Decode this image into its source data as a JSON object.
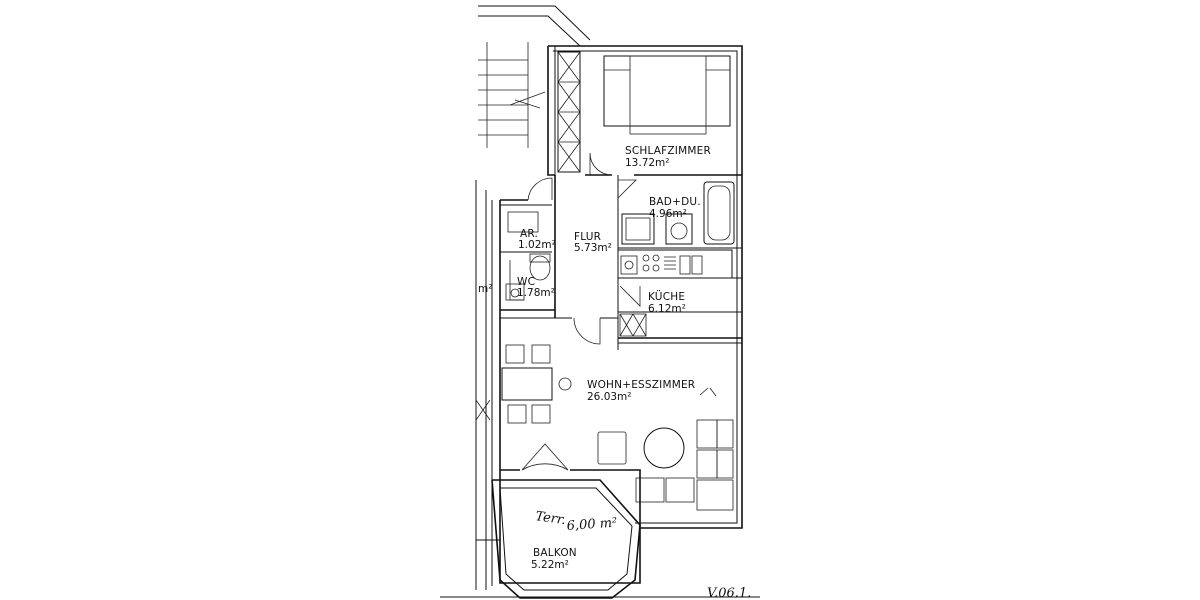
{
  "rooms": {
    "schlafzimmer": {
      "name": "SCHLAFZIMMER",
      "area": "13.72m²"
    },
    "bad": {
      "name": "BAD+DU.",
      "area": "4.96m²"
    },
    "flur": {
      "name": "FLUR",
      "area": "5.73m²"
    },
    "ar": {
      "name": "AR.",
      "area": "1.02m²"
    },
    "wc": {
      "name": "WC",
      "area": "1.78m²"
    },
    "kueche": {
      "name": "KÜCHE",
      "area": "6.12m²"
    },
    "wohn": {
      "name": "WOHN+ESSZIMMER",
      "area": "26.03m²"
    },
    "balkon": {
      "name": "BALKON",
      "area": "5.22m²"
    }
  },
  "annotations": {
    "terrace_label": "Terr.",
    "terrace_area": "6,00 m²",
    "edge_fragment": "m²",
    "corner_note": "V.06.1."
  }
}
